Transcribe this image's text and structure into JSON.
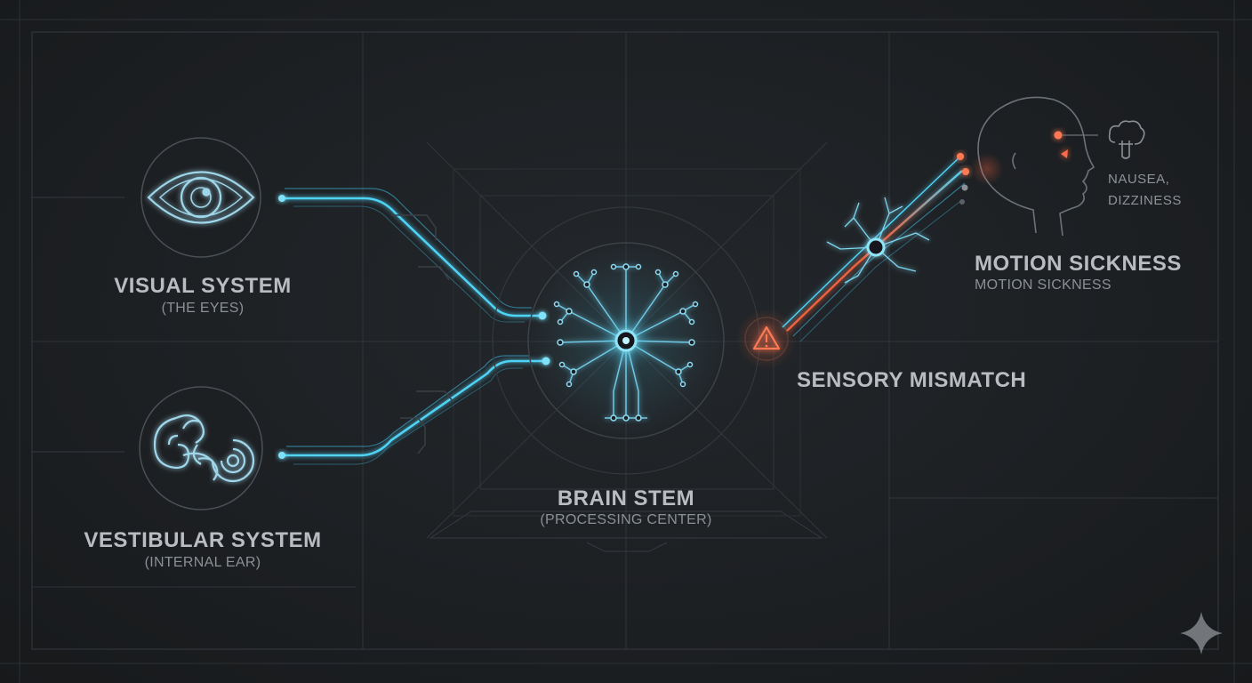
{
  "nodes": {
    "visual": {
      "title": "VISUAL SYSTEM",
      "subtitle": "(THE EYES)"
    },
    "vestibular": {
      "title": "VESTIBULAR SYSTEM",
      "subtitle": "(INTERNAL EAR)"
    },
    "brain": {
      "title": "BRAIN STEM",
      "subtitle": "(PROCESSING CENTER)"
    },
    "mismatch": {
      "title": "SENSORY MISMATCH"
    },
    "sickness": {
      "title": "MOTION SICKNESS",
      "subtitle": "MOTION SICKNESS"
    },
    "symptoms": {
      "line1": "NAUSEA,",
      "line2": "DIZZINESS"
    }
  },
  "colors": {
    "cyan": "#4fd3f5",
    "cyan_dim": "#3a9dbd",
    "red": "#f0603e",
    "grid": "#3a3f44",
    "text": "#b9bdc1",
    "subtext": "#8b9095",
    "background": "#1d2023"
  },
  "icons": {
    "visual": "eye-icon",
    "vestibular": "inner-ear-icon",
    "brain": "brain-neuron-icon",
    "mismatch": "warning-icon",
    "sickness": "head-profile-icon",
    "symptoms": "nausea-icon",
    "watermark": "sparkle-icon"
  }
}
